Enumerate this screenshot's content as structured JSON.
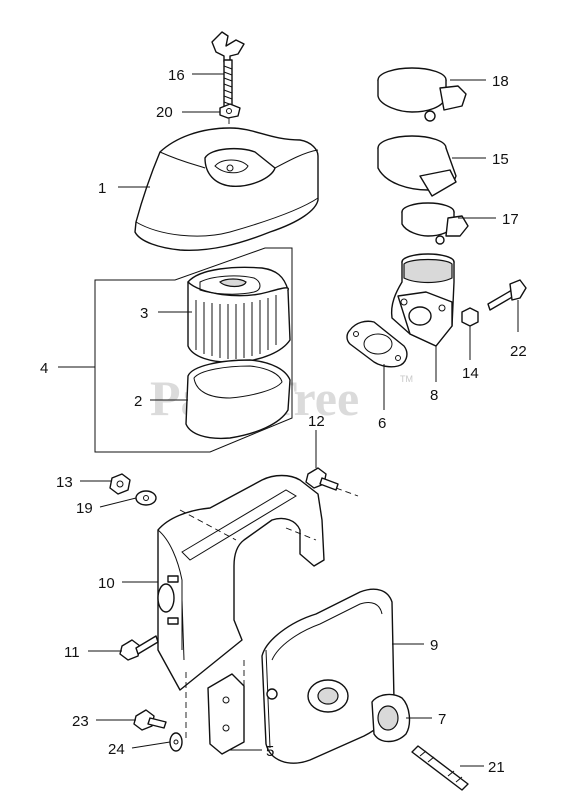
{
  "watermark": {
    "text": "PartsTree",
    "trademark": "TM"
  },
  "callouts": [
    {
      "id": "16",
      "label": "16"
    },
    {
      "id": "20",
      "label": "20"
    },
    {
      "id": "1",
      "label": "1"
    },
    {
      "id": "18",
      "label": "18"
    },
    {
      "id": "15",
      "label": "15"
    },
    {
      "id": "17",
      "label": "17"
    },
    {
      "id": "3",
      "label": "3"
    },
    {
      "id": "4",
      "label": "4"
    },
    {
      "id": "2",
      "label": "2"
    },
    {
      "id": "22",
      "label": "22"
    },
    {
      "id": "14",
      "label": "14"
    },
    {
      "id": "8",
      "label": "8"
    },
    {
      "id": "6",
      "label": "6"
    },
    {
      "id": "12",
      "label": "12"
    },
    {
      "id": "13",
      "label": "13"
    },
    {
      "id": "19",
      "label": "19"
    },
    {
      "id": "10",
      "label": "10"
    },
    {
      "id": "9",
      "label": "9"
    },
    {
      "id": "11",
      "label": "11"
    },
    {
      "id": "7",
      "label": "7"
    },
    {
      "id": "23",
      "label": "23"
    },
    {
      "id": "5",
      "label": "5"
    },
    {
      "id": "24",
      "label": "24"
    },
    {
      "id": "21",
      "label": "21"
    }
  ]
}
